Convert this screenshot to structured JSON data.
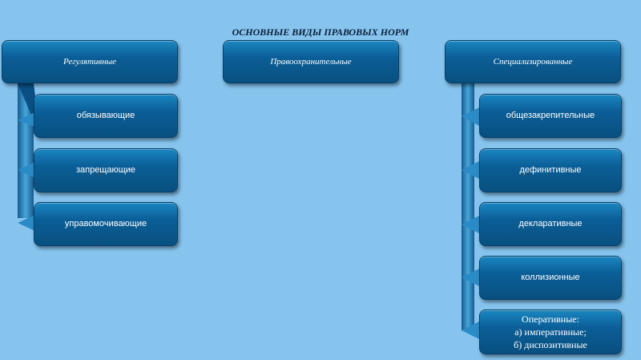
{
  "title": "ОСНОВНЫЕ ВИДЫ ПРАВОВЫХ НОРМ",
  "top_boxes": [
    {
      "label": "Регулятивные"
    },
    {
      "label": "Правоохранительные"
    },
    {
      "label": "Специализированные"
    }
  ],
  "left_children": [
    {
      "label": "обязывающие"
    },
    {
      "label": "запрещающие"
    },
    {
      "label": "управомочивающие"
    }
  ],
  "right_children": [
    {
      "label": "общезакрепительные"
    },
    {
      "label": "дефинитивные"
    },
    {
      "label": "декларативные"
    },
    {
      "label": "коллизионные"
    }
  ],
  "operative": {
    "heading": "Оперативные:",
    "line1": "а) императивные;",
    "line2": "б) диспозитивные"
  },
  "colors": {
    "background": "#86c4ee",
    "box_fill": "#0b5e97",
    "connector": "#0a4f84"
  }
}
